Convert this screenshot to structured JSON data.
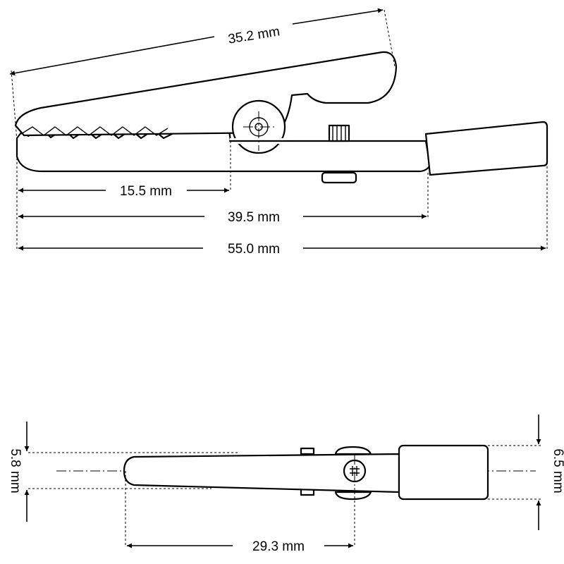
{
  "dimensions": {
    "jaw_length": "35.2 mm",
    "pivot_offset": "15.5 mm",
    "body_length": "39.5 mm",
    "overall_length": "55.0 mm",
    "jaw_thickness": "5.8 mm",
    "pivot_distance_top": "29.3 mm",
    "boot_thickness": "6.5 mm"
  }
}
